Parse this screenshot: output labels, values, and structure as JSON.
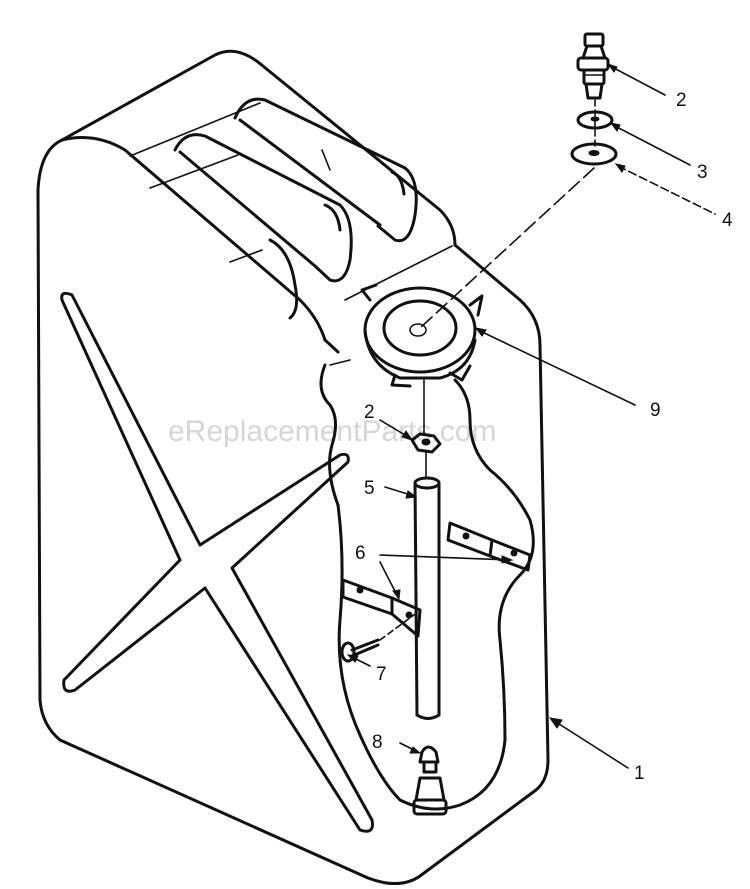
{
  "watermark": "eReplacementParts.com",
  "callouts": {
    "c1": "1",
    "c2_top": "2",
    "c2_mid": "2",
    "c3": "3",
    "c4": "4",
    "c5": "5",
    "c6": "6",
    "c7": "7",
    "c8": "8",
    "c9": "9"
  }
}
